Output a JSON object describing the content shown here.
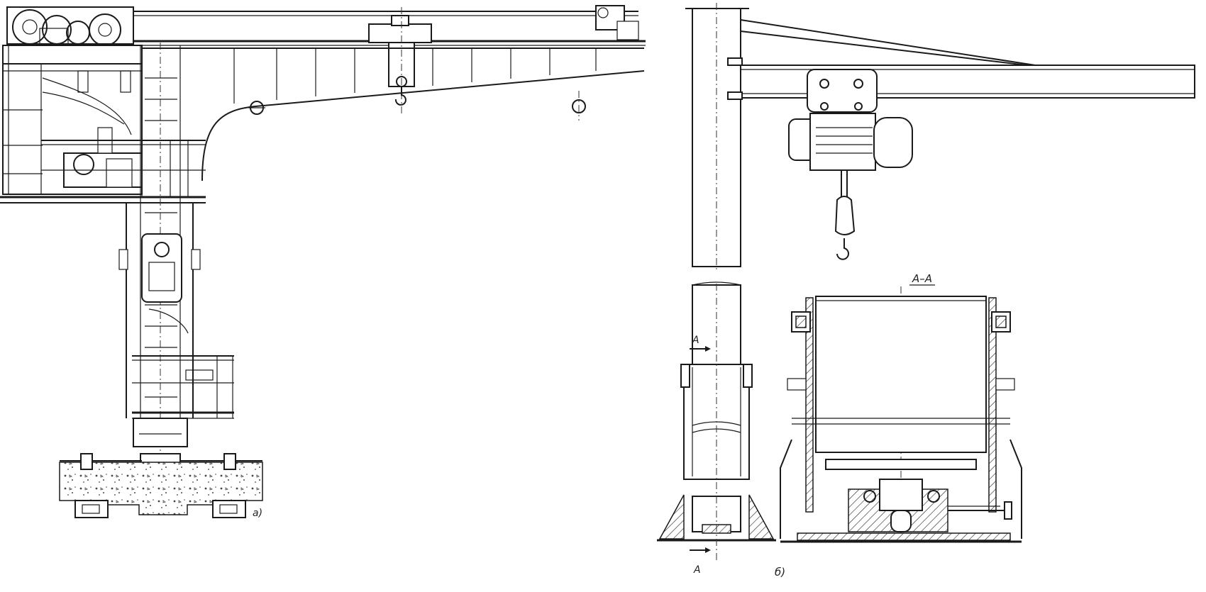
{
  "figure": {
    "view_a_label": "а)",
    "view_b_label": "б)",
    "section_title": "А–А",
    "section_mark_top": "А",
    "section_mark_bottom": "А"
  }
}
